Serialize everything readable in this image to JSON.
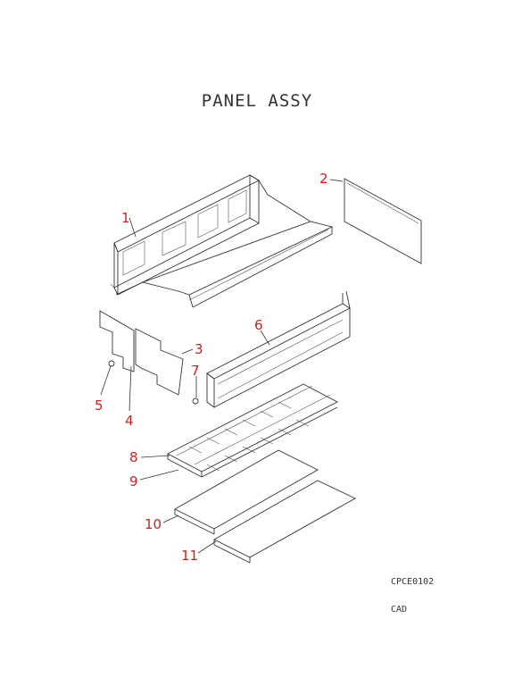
{
  "title": "PANEL ASSY",
  "drawing_code": "CPCE0102",
  "drawing_note": "CAD",
  "callout_color": "#cc2222",
  "line_color": "#333333",
  "callouts": [
    "1",
    "2",
    "3",
    "4",
    "5",
    "6",
    "7",
    "8",
    "9",
    "10",
    "11"
  ]
}
